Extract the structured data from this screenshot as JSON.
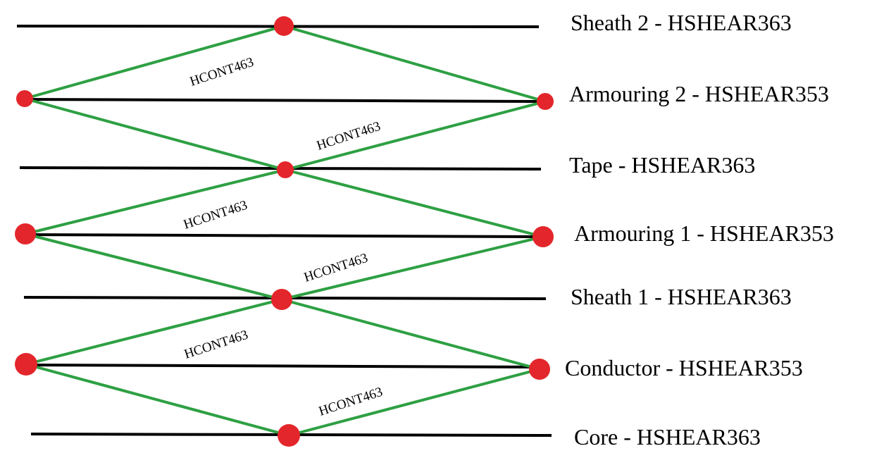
{
  "colors": {
    "layer_line": "#000000",
    "contact_line": "#2ea043",
    "node": "#e3262b",
    "text": "#000000"
  },
  "layers": [
    {
      "label": "Sheath 2 - HSHEAR363"
    },
    {
      "label": "Armouring 2 - HSHEAR353"
    },
    {
      "label": "Tape - HSHEAR363"
    },
    {
      "label": "Armouring 1 - HSHEAR353"
    },
    {
      "label": "Sheath 1 - HSHEAR363"
    },
    {
      "label": "Conductor - HSHEAR353"
    },
    {
      "label": "Core - HSHEAR363"
    }
  ],
  "contacts": [
    {
      "label": "HCONT463"
    },
    {
      "label": "HCONT463"
    },
    {
      "label": "HCONT463"
    },
    {
      "label": "HCONT463"
    },
    {
      "label": "HCONT463"
    },
    {
      "label": "HCONT463"
    }
  ]
}
